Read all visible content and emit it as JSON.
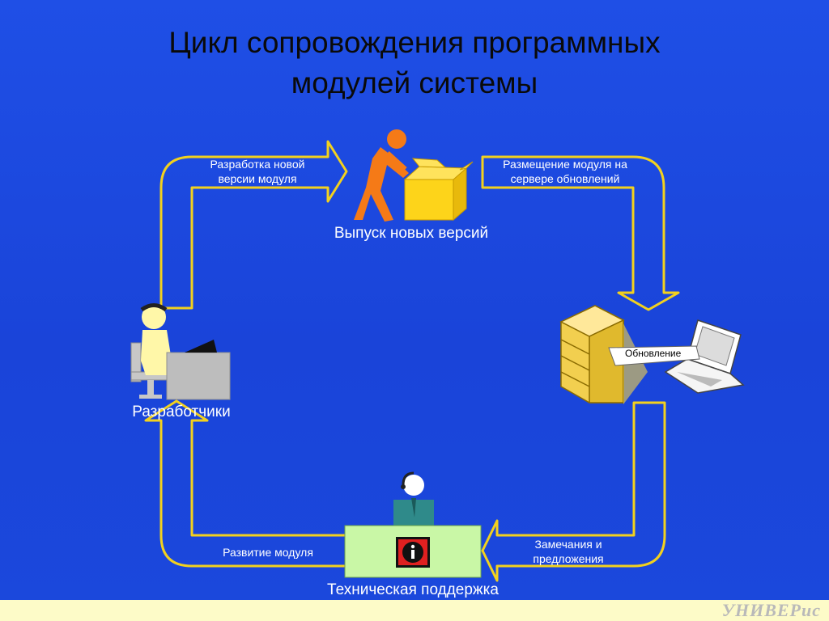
{
  "title": {
    "line1": "Цикл сопровождения программных",
    "line2": "модулей системы"
  },
  "nodes": {
    "release": "Выпуск новых версий",
    "developers": "Разработчики",
    "support": "Техническая поддержка",
    "update_badge": "Обновление"
  },
  "arrows": {
    "top_left": {
      "line1": "Разработка новой",
      "line2": "версии модуля"
    },
    "top_right": {
      "line1": "Размещение модуля на",
      "line2": "сервере обновлений"
    },
    "bottom_right": {
      "line1": "Замечания и",
      "line2": "предложения"
    },
    "bottom_left": "Развитие модуля"
  },
  "footer": {
    "brand": "УНИВЕРис"
  },
  "icons": [
    "worker-with-box-icon",
    "developer-at-computer-icon",
    "server-rack-icon",
    "laptop-icon",
    "support-operator-icon",
    "info-sign-icon"
  ],
  "colors": {
    "background": "#1f4fe6",
    "arrow_outline": "#f2d11e",
    "box": "#fdd41a",
    "worker": "#f57a17",
    "footer": "#fdfbc8"
  }
}
